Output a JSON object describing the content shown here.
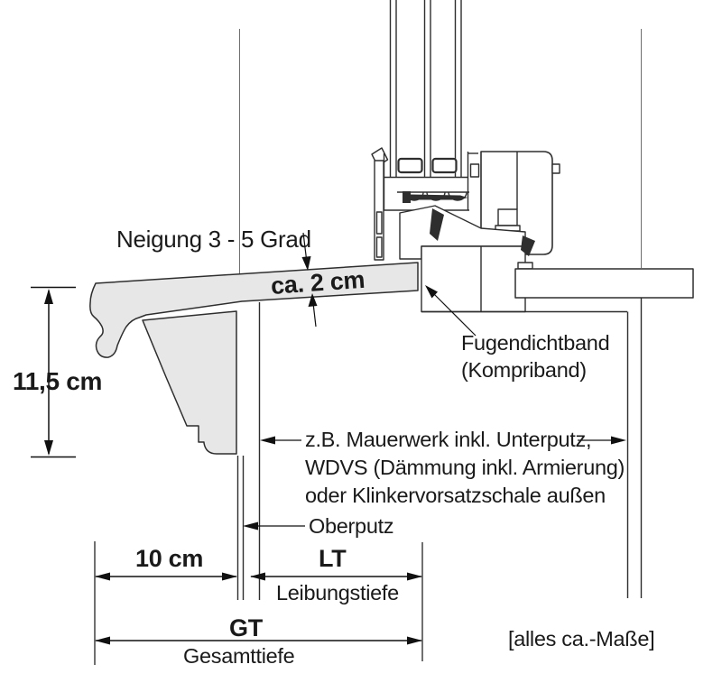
{
  "colors": {
    "line": "#2e2e2e",
    "dim": "#111111",
    "text": "#1a1a1a",
    "face_line": "#6f6f6f",
    "sill_fill": "#e7e7e7",
    "bg": "#ffffff"
  },
  "annotations": {
    "slope_label": "Neigung 3 - 5 Grad",
    "thickness_label": "ca. 2 cm",
    "sill_height_label": "11,5 cm",
    "joint_tape_line1": "Fugendichtband",
    "joint_tape_line2": "(Kompriband)",
    "wall_line1": "z.B. Mauerwerk inkl. Unterputz,",
    "wall_line2": "WDVS (Dämmung inkl. Armierung)",
    "wall_line3": "oder Klinkervorsatzschale außen",
    "top_plaster_label": "Oberputz",
    "note": "[alles ca.-Maße]"
  },
  "dimensions": {
    "overhang": "10 cm",
    "reveal_abbr": "LT",
    "reveal_name": "Leibungstiefe",
    "total_abbr": "GT",
    "total_name": "Gesamttiefe"
  }
}
